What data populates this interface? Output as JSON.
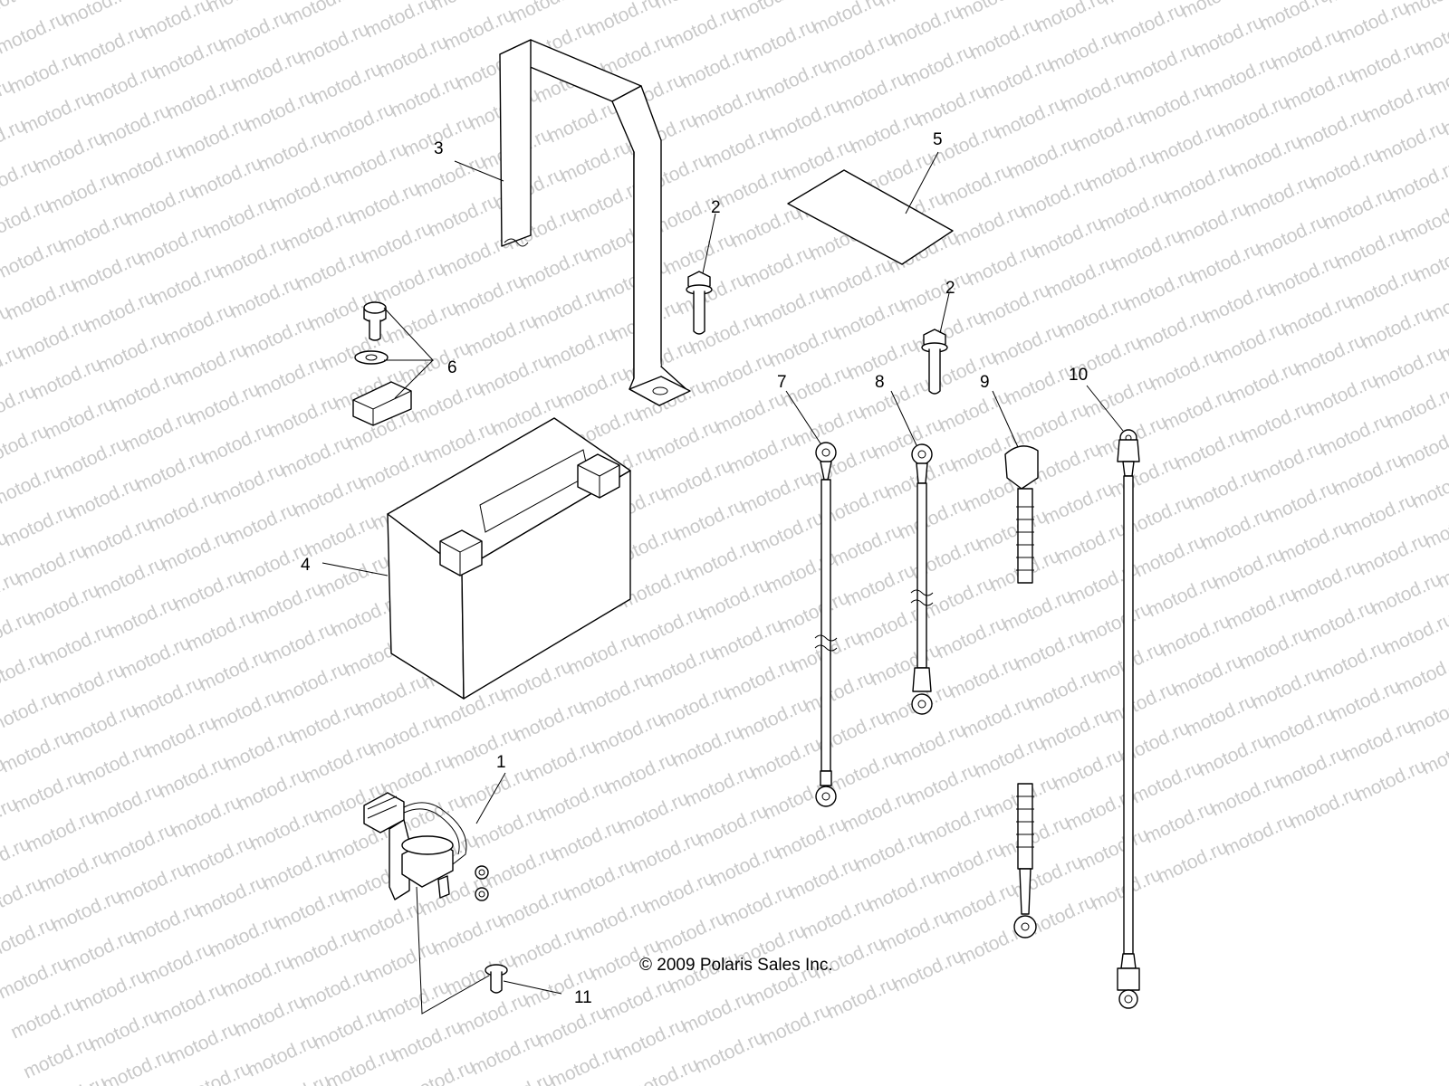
{
  "watermark": {
    "text": "motod.ru"
  },
  "copyright": "© 2009 Polaris Sales Inc.",
  "callouts": {
    "c1": "1",
    "c2a": "2",
    "c2b": "2",
    "c3": "3",
    "c4": "4",
    "c5": "5",
    "c6": "6",
    "c7": "7",
    "c8": "8",
    "c9": "9",
    "c10": "10",
    "c11": "11"
  }
}
